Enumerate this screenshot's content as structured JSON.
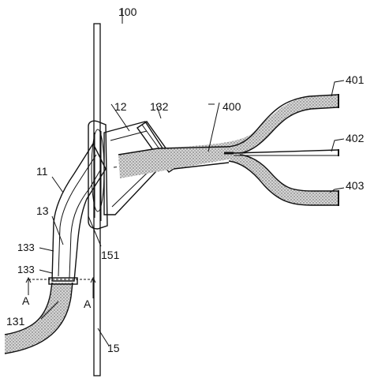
{
  "labels": {
    "l100": "100",
    "l12": "12",
    "l132": "132",
    "l400": "400",
    "l401": "401",
    "l402": "402",
    "l403": "403",
    "l11": "11",
    "l13": "13",
    "l133a": "133",
    "l133b": "133",
    "l151": "151",
    "lA1": "A",
    "lA2": "A",
    "l131": "131",
    "l15": "15"
  }
}
